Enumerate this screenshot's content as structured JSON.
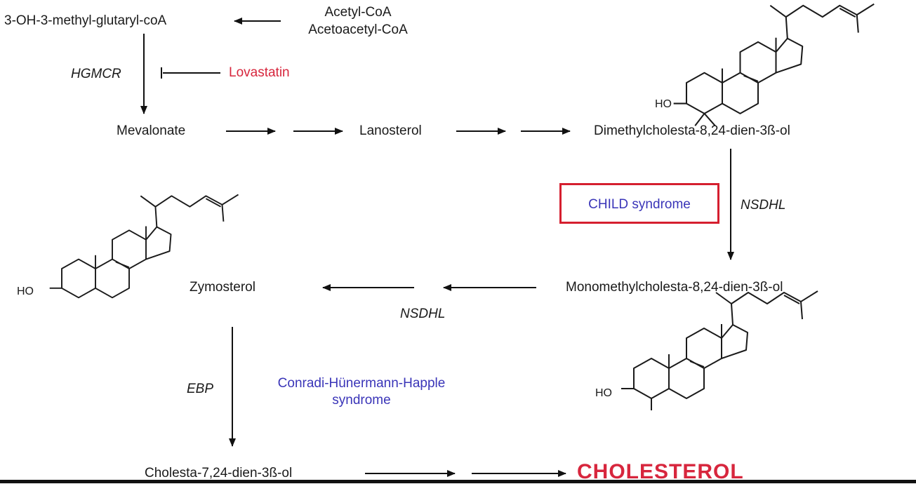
{
  "nodes": {
    "hmg_coa": "3-OH-3-methyl-glutaryl-coA",
    "acetyl_coa": "Acetyl-CoA",
    "acetoacetyl_coa": "Acetoacetyl-CoA",
    "mevalonate": "Mevalonate",
    "lanosterol": "Lanosterol",
    "dimethylcholesta": "Dimethylcholesta-8,24-dien-3ß-ol",
    "monomethylcholesta": "Monomethylcholesta-8,24-dien-3ß-ol",
    "zymosterol": "Zymosterol",
    "cholesta": "Cholesta-7,24-dien-3ß-ol",
    "cholesterol": "CHOLESTEROL"
  },
  "enzymes": {
    "hgmcr": "HGMCR",
    "nsdhl_1": "NSDHL",
    "nsdhl_2": "NSDHL",
    "ebp": "EBP"
  },
  "inhibitor": "Lovastatin",
  "syndromes": {
    "child": "CHILD syndrome",
    "conradi_line1": "Conradi-Hünermann-Happle",
    "conradi_line2": "syndrome"
  },
  "structure_labels": {
    "ho_1": "HO",
    "ho_2": "HO",
    "ho_3": "HO"
  },
  "colors": {
    "inhibitor": "#d7263d",
    "syndrome": "#3a35b8",
    "highlight_box": "#d51f2f",
    "product": "#d7263d"
  }
}
